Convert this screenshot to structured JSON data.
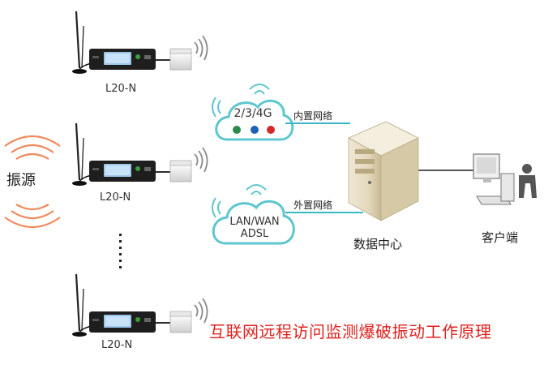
{
  "devices": [
    {
      "label": "L20-N"
    },
    {
      "label": "L20-N"
    },
    {
      "label": "L20-N"
    }
  ],
  "vibration_source": {
    "label": "振源"
  },
  "networks": {
    "mobile_cloud": {
      "label": "2/3/4G",
      "link_label": "内置网络"
    },
    "wired_cloud": {
      "label_line1": "LAN/WAN",
      "label_line2": "ADSL",
      "link_label": "外置网络"
    }
  },
  "data_center": {
    "label": "数据中心"
  },
  "client": {
    "label": "客户端"
  },
  "title": "互联网远程访问监测爆破振动工作原理",
  "colors": {
    "link_line": "#3ab7c2",
    "client_line": "#555555",
    "title": "#e0211d",
    "vibration_waves": "#f08a5d",
    "signal_waves": "#8a8a8a"
  }
}
